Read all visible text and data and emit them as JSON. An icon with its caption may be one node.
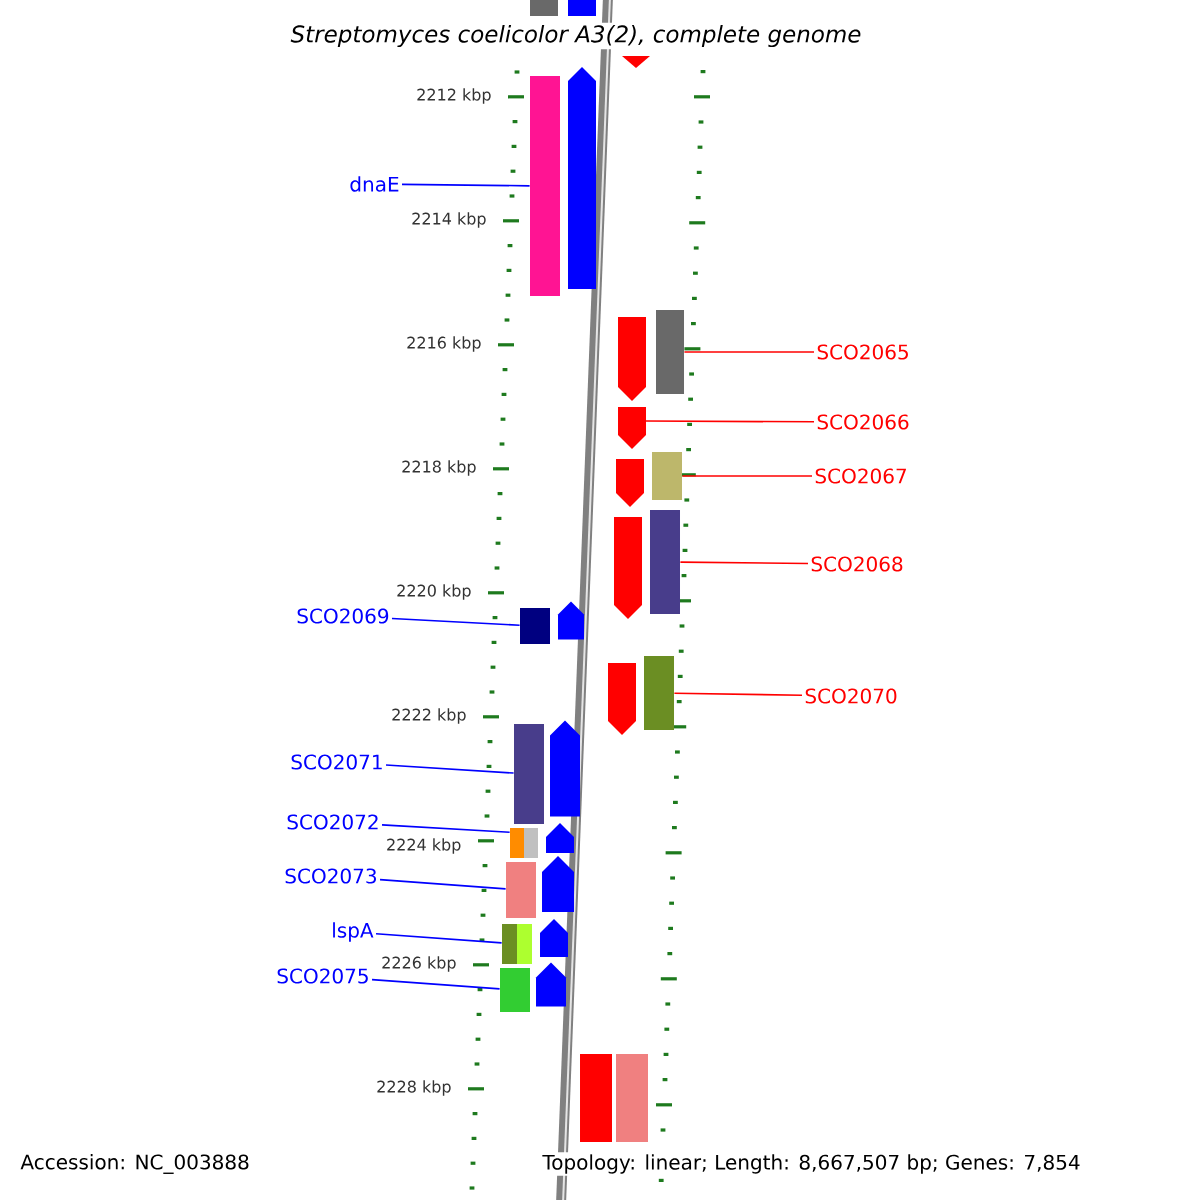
{
  "diagram": {
    "title": "Streptomyces coelicolor A3(2), complete genome",
    "nodes": [
      {
        "text": [
          "dnaE"
        ]
      },
      {
        "text": [
          "SCO2065"
        ]
      },
      {
        "text": [
          "SCO2066"
        ]
      },
      {
        "text": [
          "SCO2067"
        ]
      },
      {
        "text": [
          "SCO2068"
        ]
      },
      {
        "text": [
          "SCO2069"
        ]
      },
      {
        "text": [
          "SCO2070"
        ]
      },
      {
        "text": [
          "SCO2071"
        ]
      },
      {
        "text": [
          "SCO2072"
        ]
      },
      {
        "text": [
          "SCO2073"
        ]
      },
      {
        "text": [
          "lspA"
        ]
      },
      {
        "text": [
          "SCO2075"
        ]
      },
      {
        "text": [],
        "shape": "bar"
      },
      {
        "text": [],
        "shape": "bar"
      },
      {
        "text": [],
        "shape": "arrow"
      },
      {
        "text": [],
        "shape": "bar"
      },
      {
        "text": [],
        "shape": "bar"
      },
      {
        "text": [],
        "shape": "bar"
      },
      {
        "text": [],
        "shape": "bar"
      },
      {
        "text": [],
        "shape": "bar"
      },
      {
        "text": [],
        "shape": "bar"
      },
      {
        "text": [],
        "shape": "bar"
      },
      {
        "text": [],
        "shape": "bar"
      },
      {
        "text": [],
        "shape": "bar"
      },
      {
        "text": [],
        "shape": "arrow"
      },
      {
        "text": [],
        "shape": "bar"
      },
      {
        "text": [],
        "shape": "bar"
      },
      {
        "text": [],
        "shape": "arrow"
      },
      {
        "text": [],
        "shape": "arrow"
      },
      {
        "text": [],
        "shape": "arrow"
      },
      {
        "text": [],
        "shape": "arrow"
      },
      {
        "text": [],
        "shape": "arrow"
      },
      {
        "text": [],
        "shape": "arrow"
      },
      {
        "text": [],
        "shape": "arrow"
      },
      {
        "text": [],
        "shape": "arrow"
      },
      {
        "text": [],
        "shape": "arrow"
      },
      {
        "text": [],
        "shape": "arrow"
      }
    ],
    "edges": [
      {
        "from": 0,
        "to": 12,
        "arrow": "none",
        "color": "#0000ff"
      },
      {
        "from": 1,
        "to": 13,
        "arrow": "none",
        "color": "#ff0000"
      },
      {
        "from": 2,
        "to": 14,
        "arrow": "none",
        "color": "#ff0000"
      },
      {
        "from": 3,
        "to": 15,
        "arrow": "none",
        "color": "#ff0000"
      },
      {
        "from": 4,
        "to": 16,
        "arrow": "none",
        "color": "#ff0000"
      },
      {
        "from": 5,
        "to": 17,
        "arrow": "none",
        "color": "#0000ff"
      },
      {
        "from": 6,
        "to": 18,
        "arrow": "none",
        "color": "#ff0000"
      },
      {
        "from": 7,
        "to": 19,
        "arrow": "none",
        "color": "#0000ff"
      },
      {
        "from": 8,
        "to": 20,
        "arrow": "none",
        "color": "#0000ff"
      },
      {
        "from": 9,
        "to": 21,
        "arrow": "none",
        "color": "#0000ff"
      },
      {
        "from": 10,
        "to": 22,
        "arrow": "none",
        "color": "#0000ff"
      },
      {
        "from": 11,
        "to": 23,
        "arrow": "none",
        "color": "#0000ff"
      }
    ],
    "labels": [
      "2212 kbp",
      "2214 kbp",
      "2216 kbp",
      "2218 kbp",
      "2220 kbp",
      "2222 kbp",
      "2224 kbp",
      "2226 kbp",
      "2228 kbp",
      "Accession: NC_003888",
      "Topology: linear; Length: 8,667,507 bp; Genes: 7,854"
    ]
  }
}
